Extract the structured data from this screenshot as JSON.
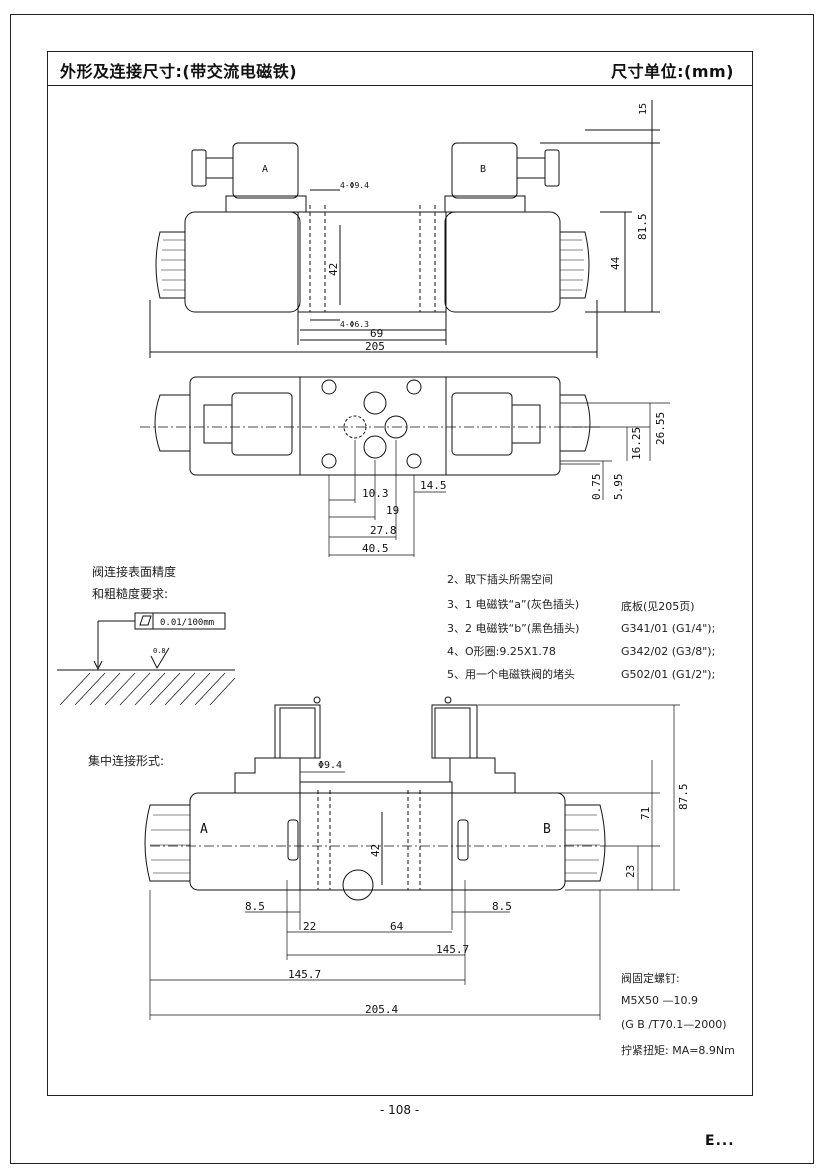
{
  "header": {
    "title": "外形及连接尺寸:(带交流电磁铁)",
    "unit": "尺寸单位:(mm)"
  },
  "top_view": {
    "coil_a": "A",
    "coil_b": "B",
    "dims": {
      "hole_top": "4-Φ9.4",
      "hole_bottom": "4-Φ6.3",
      "d42": "42",
      "d69": "69",
      "d205": "205",
      "d15": "15",
      "d81_5": "81.5",
      "d44": "44"
    }
  },
  "plan_view": {
    "dims": {
      "d10_3": "10.3",
      "d19": "19",
      "d27_8": "27.8",
      "d40_5": "40.5",
      "d14_5": "14.5",
      "d0_75": "0.75",
      "d5_95": "5.95",
      "d16_25": "16.25",
      "d26_55": "26.55"
    }
  },
  "surface": {
    "label_line1": "阀连接表面精度",
    "label_line2": "和粗糙度要求:",
    "flatness": "0.01/100mm",
    "roughness": "0.8"
  },
  "notes": [
    "2、取下插头所需空间",
    "3、1 电磁铁“a”(灰色插头)",
    "3、2 电磁铁“b”(黑色插头)",
    "4、O形圈:9.25X1.78",
    "5、用一个电磁铁阀的堵头"
  ],
  "base_plates": [
    "底板(见205页)",
    "G341/01 (G1/4\");",
    "G342/02 (G3/8\");",
    "G502/01 (G1/2\");"
  ],
  "side_view": {
    "label": "集中连接形式:",
    "port_a": "A",
    "port_b": "B",
    "dims": {
      "d9_4": "Φ9.4",
      "d42": "42",
      "d8_5_left": "8.5",
      "d8_5_right": "8.5",
      "d22": "22",
      "d64": "64",
      "d145_7_top": "145.7",
      "d145_7_bottom": "145.7",
      "d205_4": "205.4",
      "d87_5": "87.5",
      "d71": "71",
      "d23": "23"
    }
  },
  "screws": {
    "line1": "阀固定螺钉:",
    "line2": "M5X50 —10.9",
    "line3": "(G B /T70.1—2000)",
    "line4": "拧紧扭矩: MA=8.9Nm"
  },
  "footer": {
    "page_number": "- 108 -",
    "logo": "E..."
  }
}
